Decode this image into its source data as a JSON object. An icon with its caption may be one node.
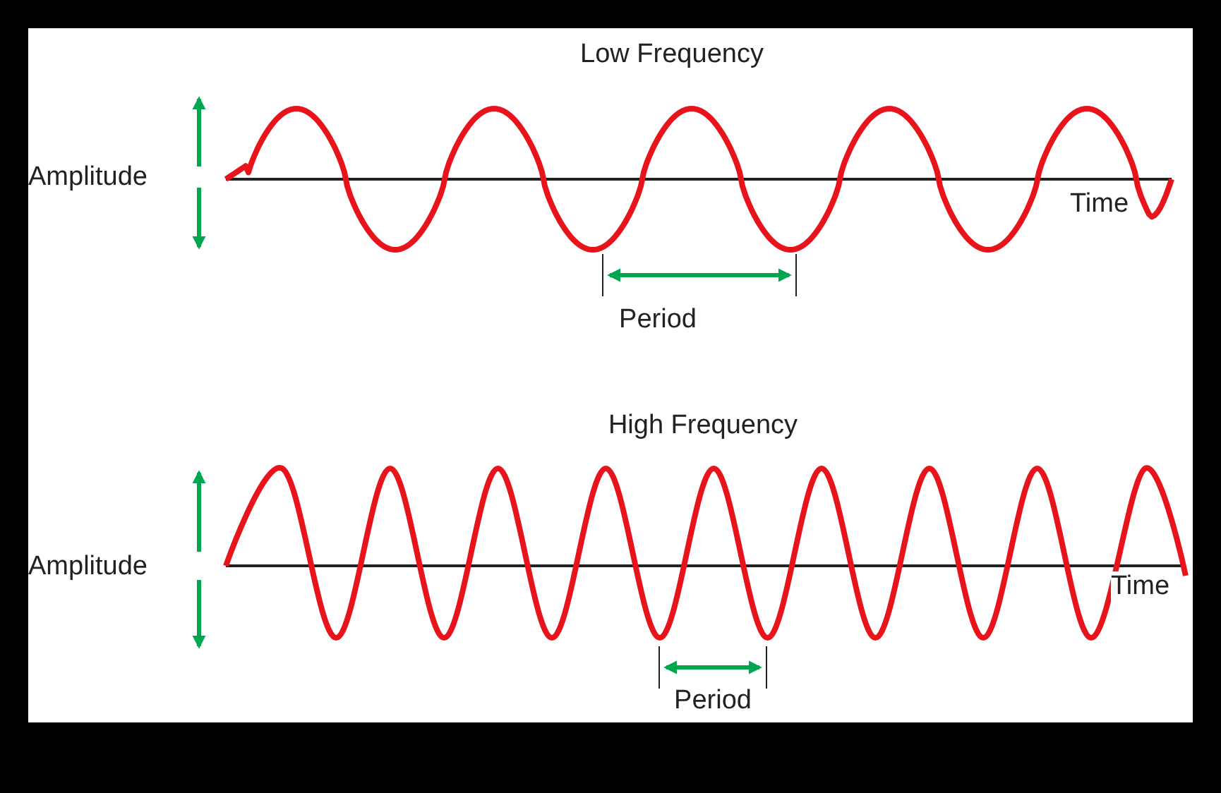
{
  "diagram": {
    "labels": [
      "Low Frequency",
      "Amplitude",
      "Time",
      "Period",
      "High Frequency",
      "Amplitude",
      "Time",
      "Period"
    ]
  }
}
